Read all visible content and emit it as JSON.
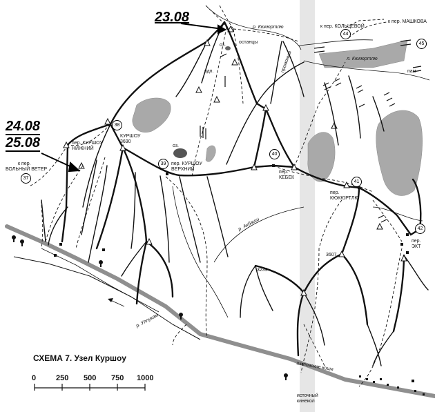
{
  "dates": {
    "d1": "23.08",
    "d2": "24.08",
    "d3": "25.08"
  },
  "labels": {
    "river_kyukyurtlyu_top": "р. Кюкюртлю",
    "ostantsy": "останцы",
    "oz_top": "оз.",
    "vdp": "вдп.",
    "pass_koltsevoy": "к пер. КОЛЬЦЕВОЙ",
    "pass_mashkova": "к пер. МАШКОВА",
    "glacier_kyukyurtlyu": "л. Кюкюртлю",
    "pam": "пам",
    "promoiny": "промоины",
    "pass_kurshou_nizhniy_1": "пер. КУРШОУ",
    "pass_kurshou_nizhniy_2": "НИЖНИЙ",
    "kurshou_3690_1": "КУРШОУ",
    "kurshou_3690_2": "3690",
    "oz_mid": "оз.",
    "pass_kurshou_verkhniy_1": "пер. КУРШОУ",
    "pass_kurshou_verkhniy_2": "ВЕРХНИЙ",
    "pass_kebek_1": "пер.",
    "pass_kebek_2": "КЕБЕК",
    "pass_kyukyurtlyu_1": "пер.",
    "pass_kyukyurtlyu_2": "КЮКЮРТЛЮ",
    "pass_volny_1": "к пер.",
    "pass_volny_2": "ВОЛЬНЫЙ ВЕТЕР",
    "river_akbashi": "р. Акбаши",
    "peak_3607": "3607",
    "pass_ekt_1": "пер.",
    "pass_ekt_2": "ЭКТ",
    "peak_3239": "3239",
    "river_ullukam": "р. Уллукам",
    "shikovskie_koshi": "шиловские коши",
    "istochny_1": "источный",
    "istochny_2": "кинекол"
  },
  "markers": {
    "m37": "37",
    "m38": "38",
    "m39": "39",
    "m40": "40",
    "m41": "41",
    "m42": "42",
    "m44": "44",
    "m45": "45"
  },
  "caption": "СХЕМА 7. Узел Куршоу",
  "scale": {
    "ticks": [
      "0",
      "250",
      "500",
      "750",
      "1000"
    ]
  },
  "colors": {
    "ink": "#111111",
    "glacier": "#a9a9a9",
    "road": "#8f8f8f",
    "lake": "#555555",
    "fold": "#e2e2e2"
  }
}
